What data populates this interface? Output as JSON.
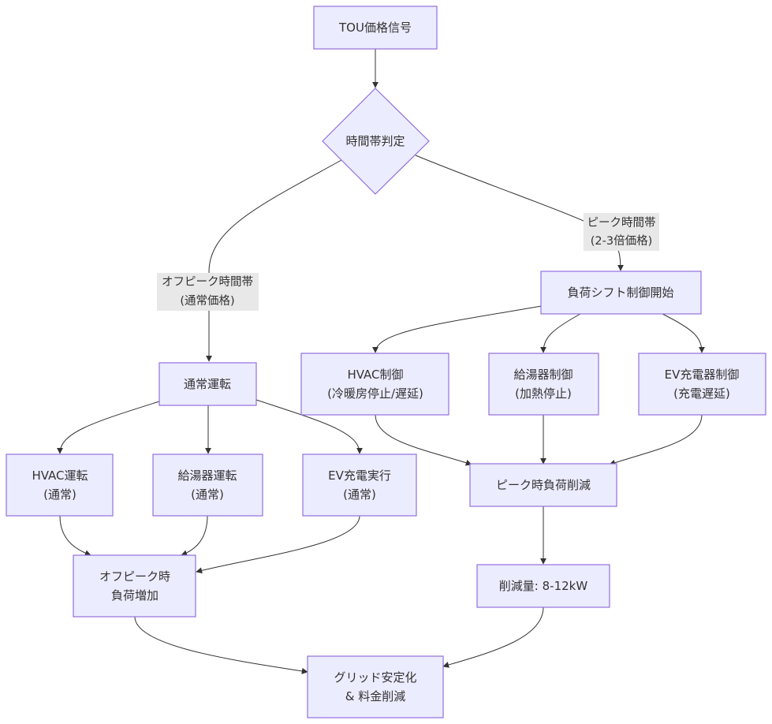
{
  "nodes": {
    "tou": {
      "lines": [
        "TOU価格信号"
      ]
    },
    "judge": {
      "lines": [
        "時間帯判定"
      ]
    },
    "shift_start": {
      "lines": [
        "負荷シフト制御開始"
      ]
    },
    "normal": {
      "lines": [
        "通常運転"
      ]
    },
    "hvac_ctrl": {
      "lines": [
        "HVAC制御",
        "(冷暖房停止/遅延)"
      ]
    },
    "water_ctrl": {
      "lines": [
        "給湯器制御",
        "(加熱停止)"
      ]
    },
    "ev_ctrl": {
      "lines": [
        "EV充電器制御",
        "(充電遅延)"
      ]
    },
    "hvac_run": {
      "lines": [
        "HVAC運転",
        "(通常)"
      ]
    },
    "water_run": {
      "lines": [
        "給湯器運転",
        "(通常)"
      ]
    },
    "ev_run": {
      "lines": [
        "EV充電実行",
        "(通常)"
      ]
    },
    "peak_cut": {
      "lines": [
        "ピーク時負荷削減"
      ]
    },
    "reduction": {
      "lines": [
        "削減量: 8-12kW"
      ]
    },
    "offpeak_inc": {
      "lines": [
        "オフピーク時",
        "負荷増加"
      ]
    },
    "grid": {
      "lines": [
        "グリッド安定化",
        "& 料金削減"
      ]
    }
  },
  "edge_labels": {
    "peak": {
      "lines": [
        "ピーク時間帯",
        "(2-3倍価格)"
      ]
    },
    "offpeak": {
      "lines": [
        "オフピーク時間帯",
        "(通常価格)"
      ]
    }
  },
  "colors": {
    "node_fill": "#ececff",
    "node_stroke": "#9370db",
    "edge": "#333333",
    "label_bg": "#e8e8e8"
  }
}
